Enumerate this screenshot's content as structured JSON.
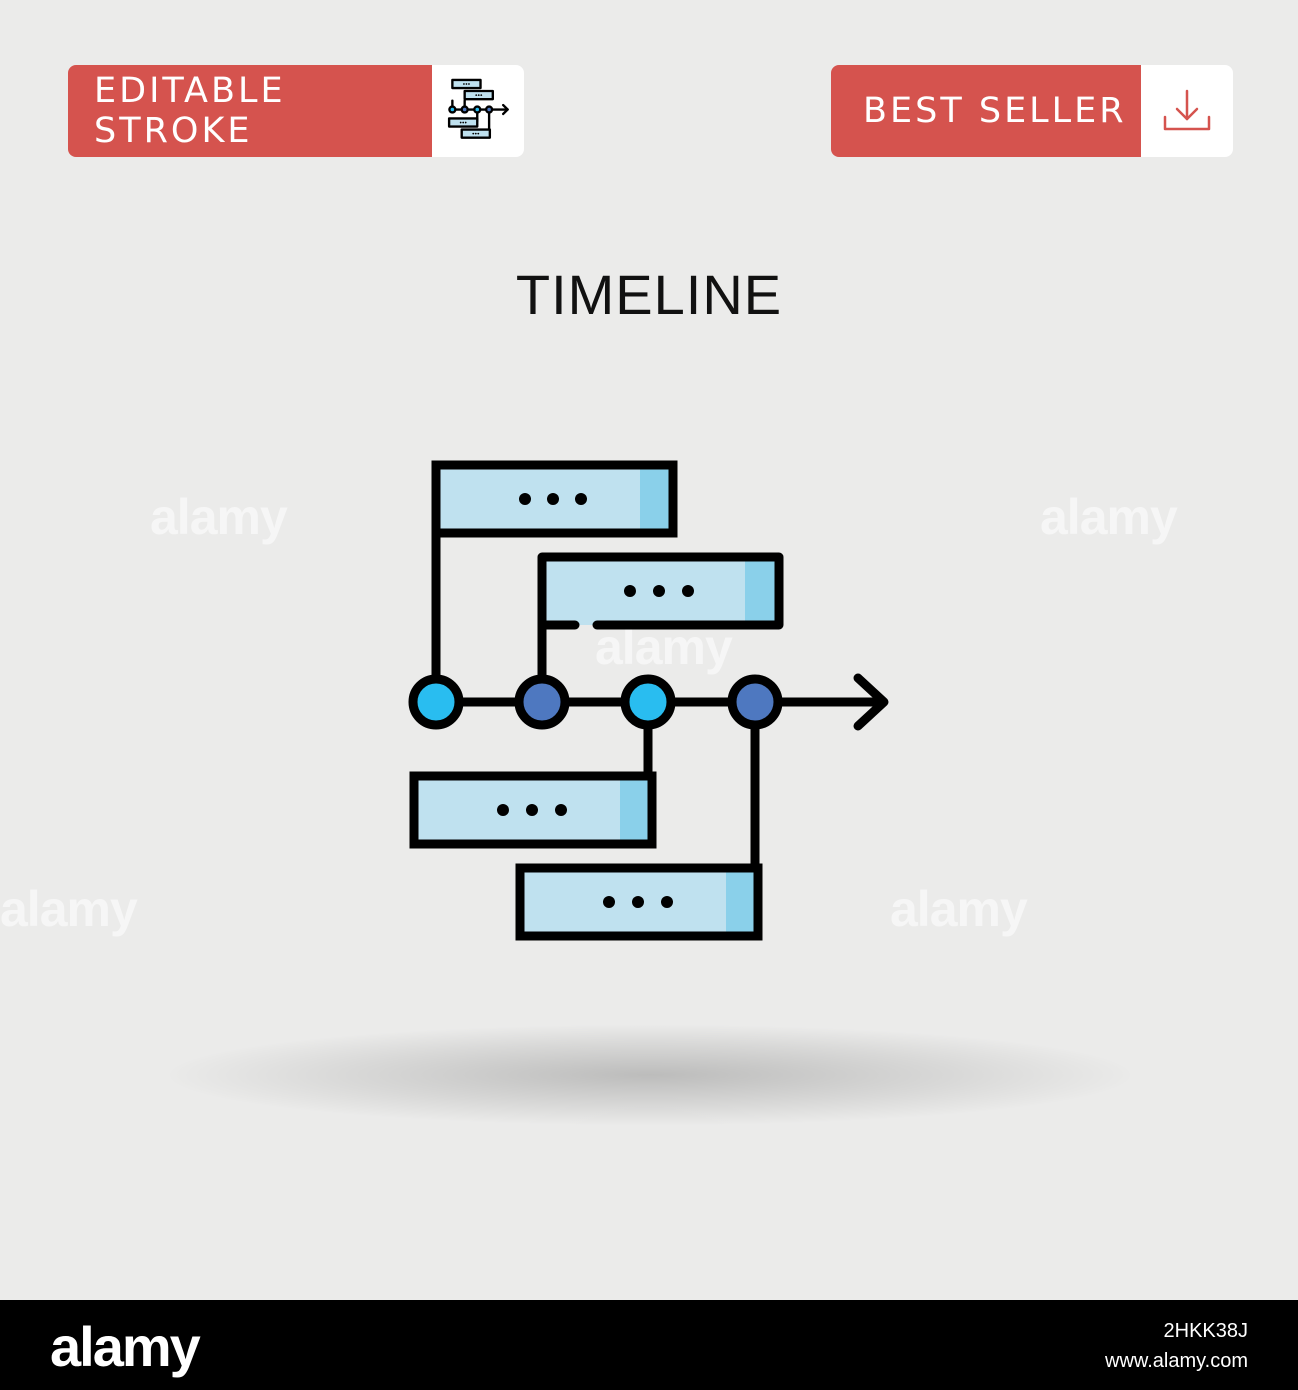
{
  "badges": {
    "left": {
      "label": "EDITABLE STROKE",
      "icon": "timeline-thumbnail-icon"
    },
    "right": {
      "label": "BEST SELLER",
      "icon": "download-icon"
    }
  },
  "title": "TIMELINE",
  "main_icon": "timeline-icon",
  "watermark_text": "alamy",
  "footer": {
    "logo": "alamy",
    "image_id": "2HKK38J",
    "url": "www.alamy.com"
  },
  "colors": {
    "background": "#ebebea",
    "badge_red": "#d5534e",
    "card_fill": "#bfe1ef",
    "card_accent": "#8ad0ea",
    "node_cyan": "#29bdf0",
    "node_blue": "#4e78c0",
    "stroke": "#000000"
  }
}
